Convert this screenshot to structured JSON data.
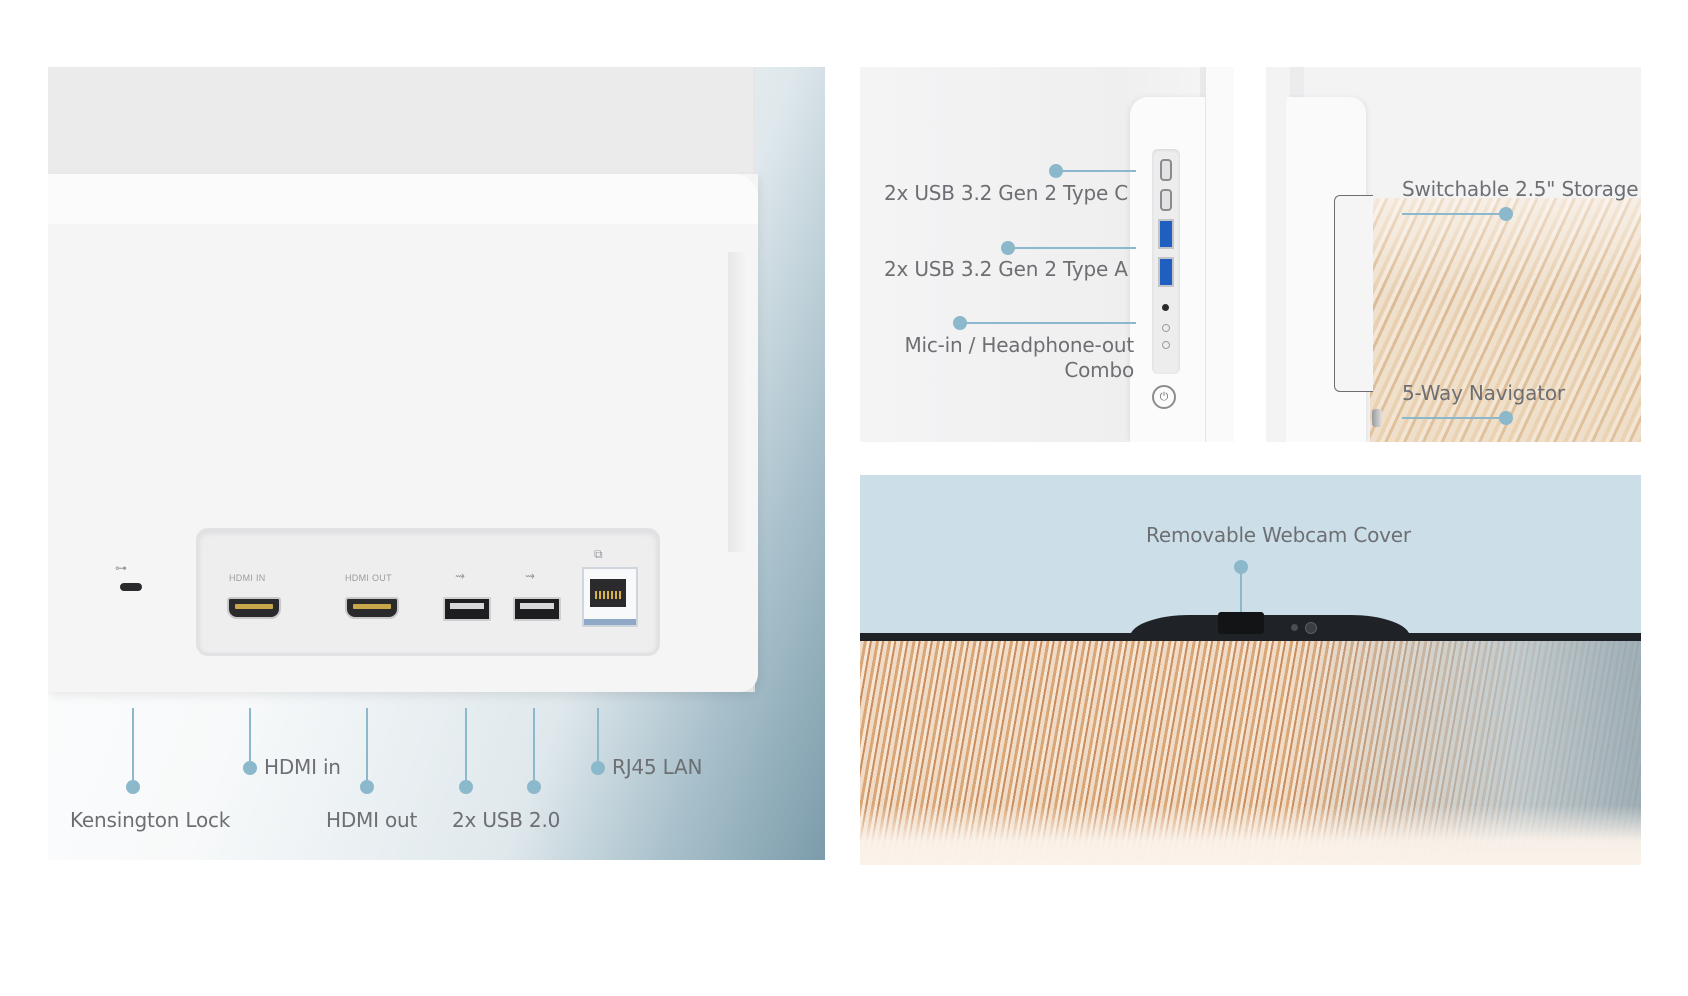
{
  "rear_ports": {
    "labels": {
      "kensington": "Kensington Lock",
      "hdmi_in": "HDMI in",
      "hdmi_out": "HDMI out",
      "usb20": "2x USB 2.0",
      "rj45": "RJ45 LAN"
    },
    "port_print": {
      "hdmi_in": "HDMI IN",
      "hdmi_out": "HDMI OUT"
    }
  },
  "side_ports": {
    "usb_c": "2x USB 3.2 Gen 2 Type C",
    "usb_a": "2x USB 3.2 Gen 2 Type A",
    "audio_line1": "Mic-in / Headphone-out",
    "audio_line2": "Combo"
  },
  "side_features": {
    "storage": "Switchable 2.5\" Storage",
    "navigator": "5-Way Navigator"
  },
  "webcam": {
    "label": "Removable Webcam Cover"
  },
  "icons": [
    "lock-icon",
    "usb-icon",
    "network-icon",
    "power-icon"
  ],
  "colors": {
    "callout": "#8cb8cc",
    "label_text": "#6d6f73",
    "sky": "#ccdfe9"
  }
}
